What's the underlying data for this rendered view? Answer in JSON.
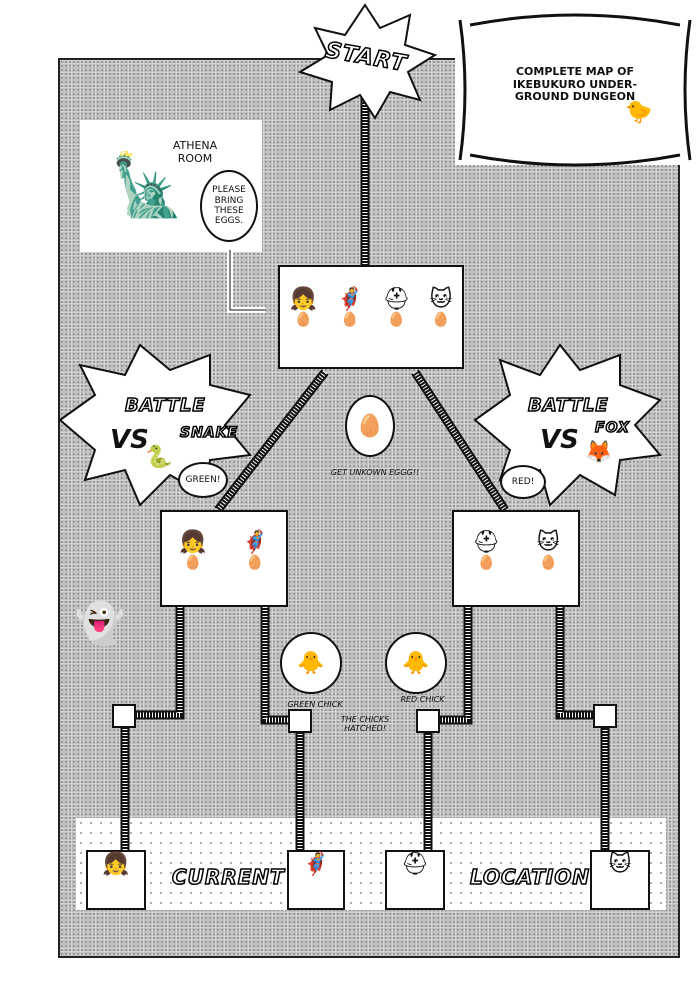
{
  "title": {
    "lines": [
      "COMPLETE MAP OF",
      "IKEBUKURO UNDER-",
      "GROUND DUNGEON"
    ]
  },
  "start": "START",
  "athena": {
    "room": "ATHENA ROOM",
    "speech": "PLEASE BRING THESE EGGS."
  },
  "battle_left": {
    "battle": "BATTLE",
    "vs": "VS",
    "enemy": "SNAKE",
    "speech": "GREEN!"
  },
  "battle_right": {
    "battle": "BATTLE",
    "vs": "VS",
    "enemy": "FOX",
    "speech": "RED!"
  },
  "egg_caption": "GET UNKOWN EGGG!!",
  "green_chick": "GREEN CHICK",
  "red_chick": "RED CHICK",
  "hatched": "THE CHICKS HATCHED!",
  "current": "CURRENT",
  "location": "LOCATION"
}
